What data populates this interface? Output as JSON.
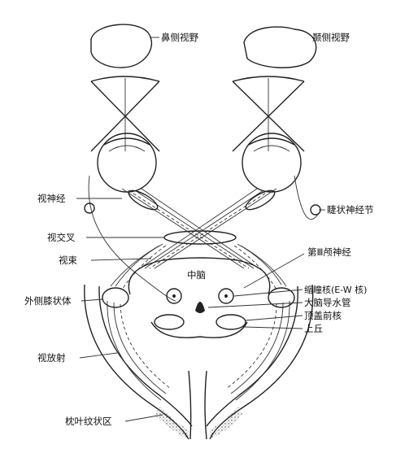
{
  "labels": {
    "nasal_field": "鼻侧视野",
    "temporal_field": "颞侧视野",
    "optic_nerve": "视神经",
    "ciliary_ganglion": "睫状神经节",
    "optic_chiasm": "视交叉",
    "oculomotor_nerve": "第Ⅲ颅神经",
    "optic_tract": "视束",
    "midbrain": "中脑",
    "lateral_geniculate": "外侧膝状体",
    "ew_nucleus": "缩瞳核(E-W 核)",
    "aqueduct": "大脑导水管",
    "pretectal_nucleus": "顶盖前核",
    "superior_colliculus": "上丘",
    "optic_radiation": "视放射",
    "striate_area": "枕叶纹状区"
  }
}
